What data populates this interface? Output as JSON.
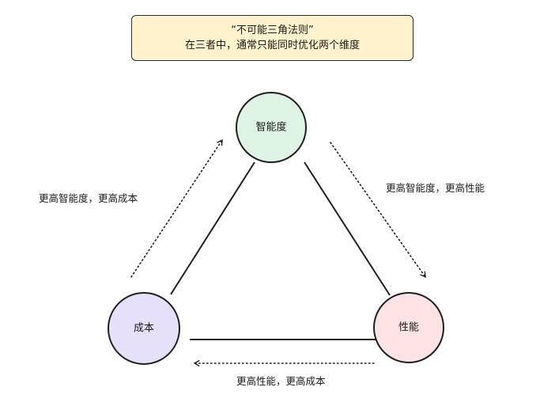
{
  "title": {
    "line1": "“不可能三角法则”",
    "line2": "在三者中，通常只能同时优化两个维度"
  },
  "nodes": {
    "intelligence": {
      "label": "智能度",
      "fill": "#dff3e4"
    },
    "cost": {
      "label": "成本",
      "fill": "#e6e0fb"
    },
    "performance": {
      "label": "性能",
      "fill": "#fde3e3"
    }
  },
  "arrows": {
    "left": {
      "label": "更高智能度，更高成本"
    },
    "right": {
      "label": "更高智能度，更高性能"
    },
    "bottom": {
      "label": "更高性能，更高成本"
    }
  },
  "colors": {
    "title_fill": "#fff2cc",
    "stroke": "#1f1f1f"
  }
}
